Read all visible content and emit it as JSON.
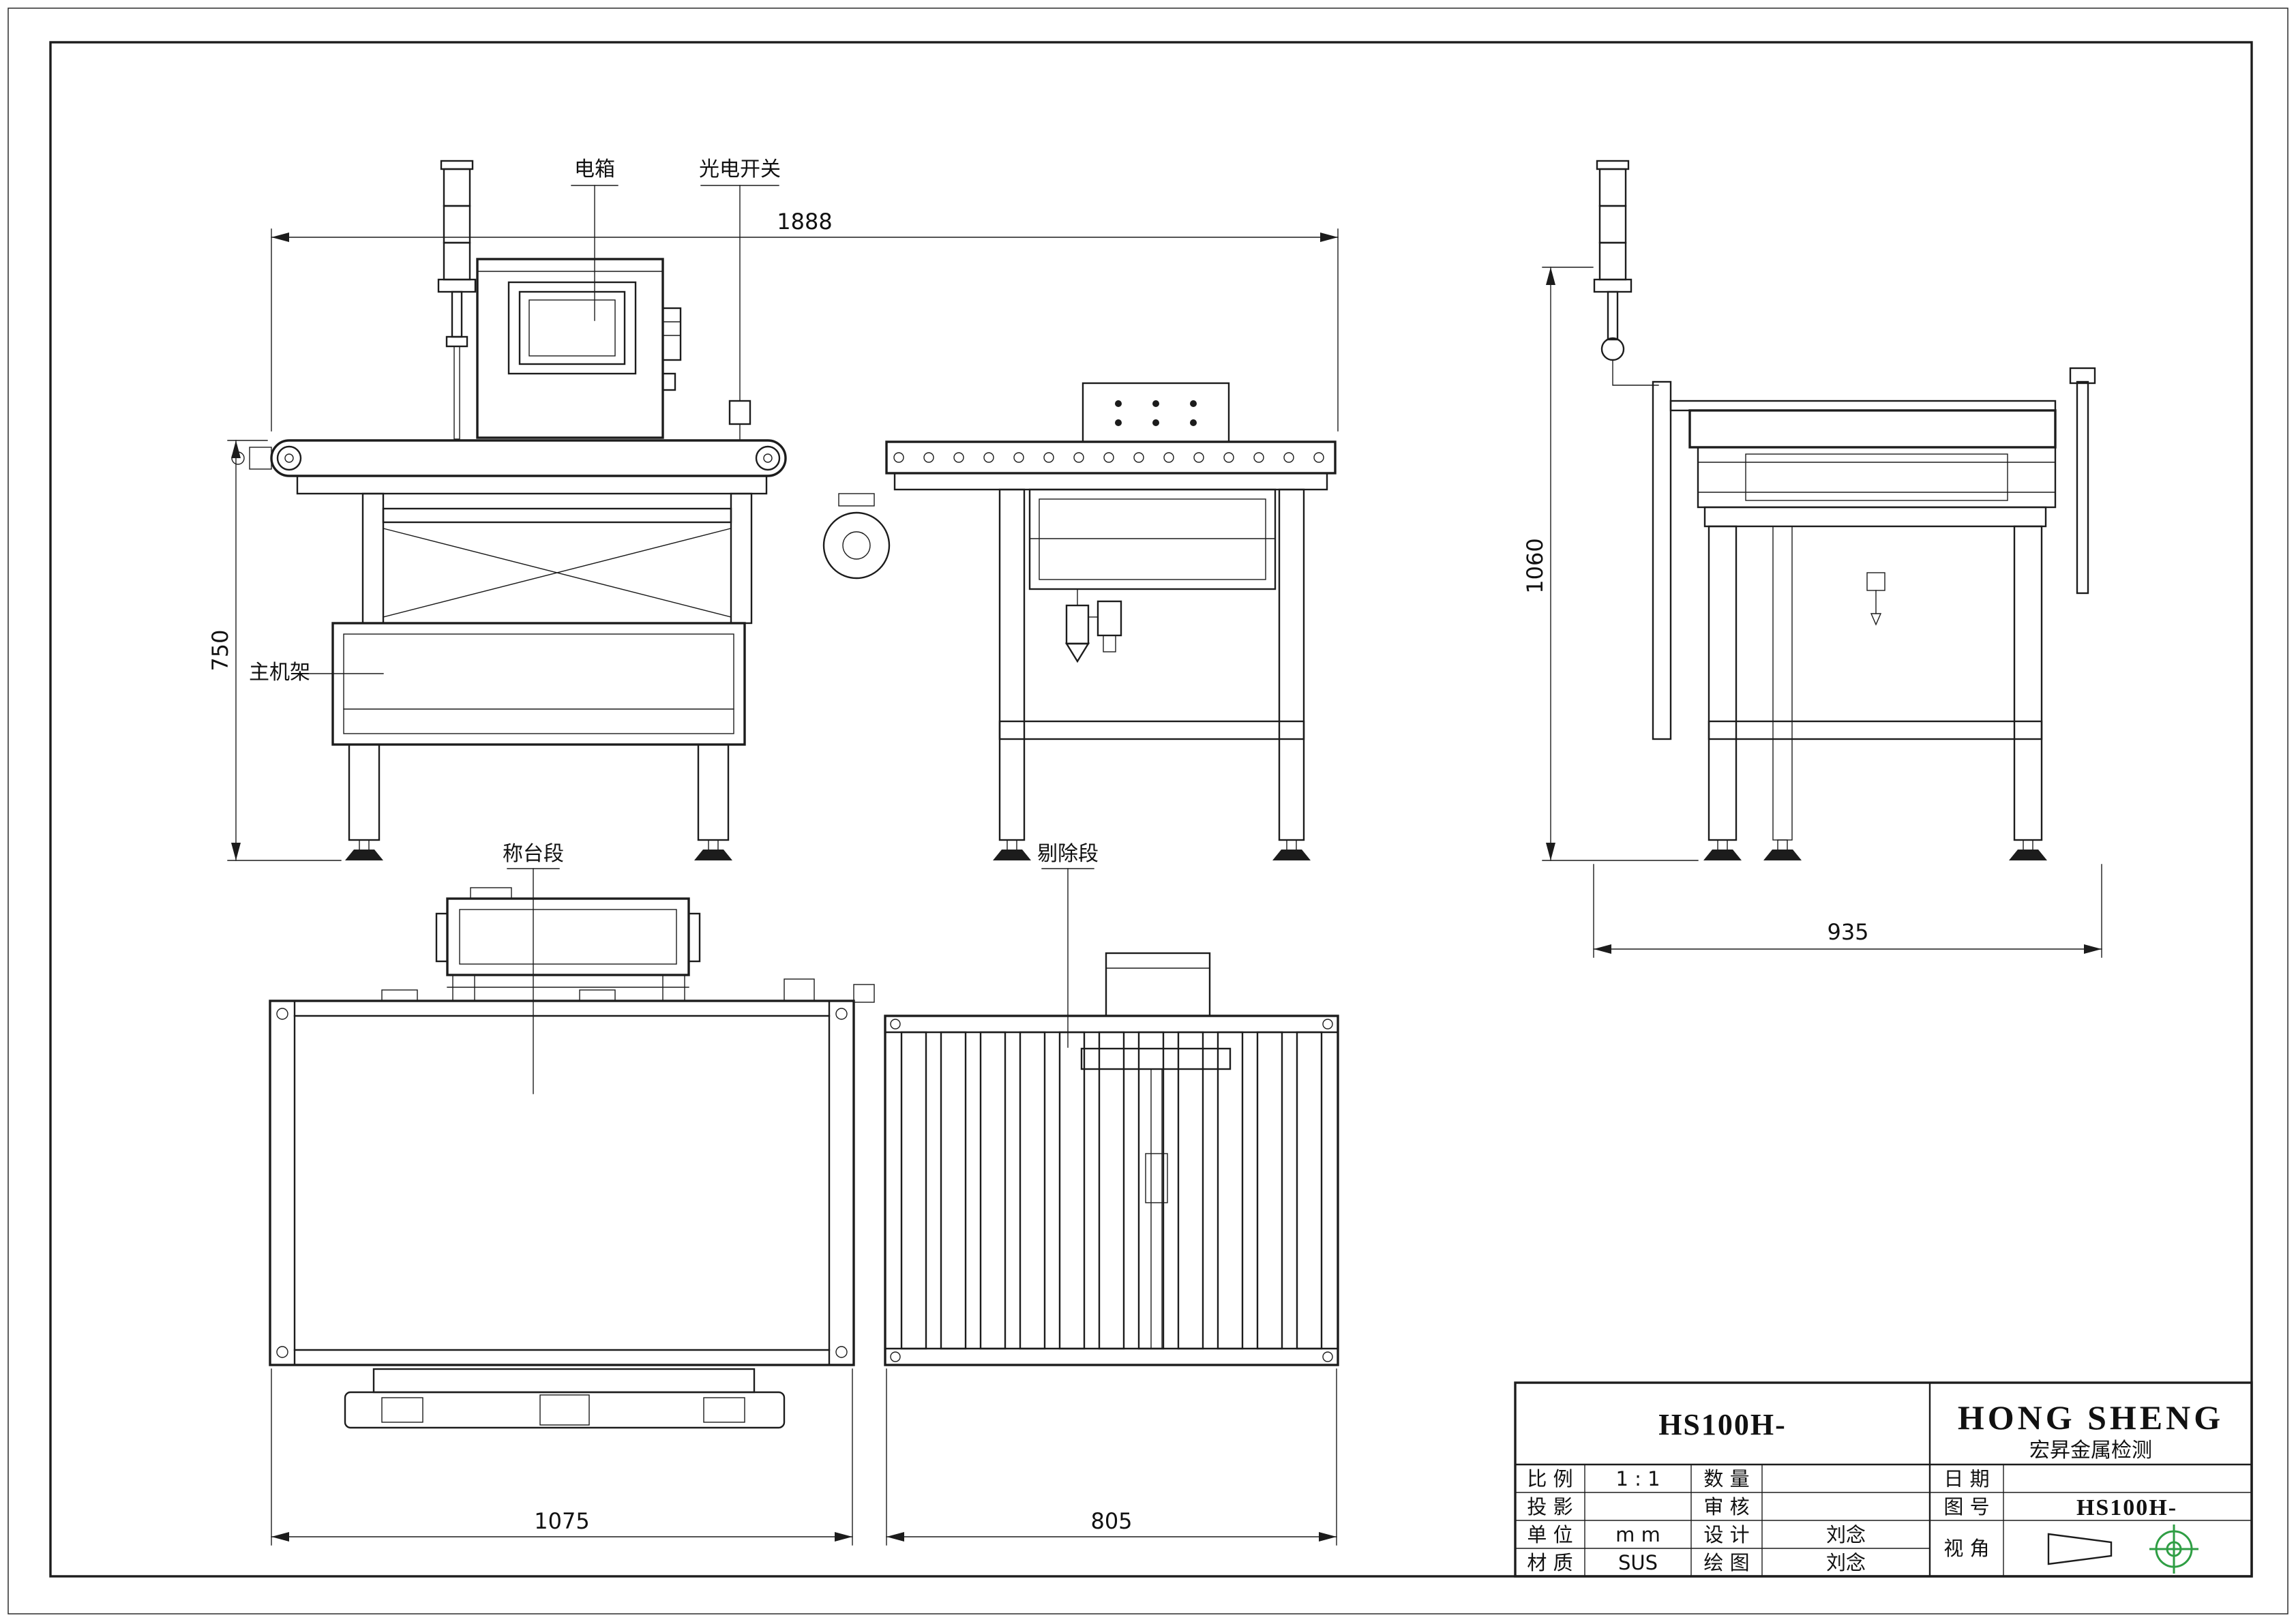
{
  "annotations": {
    "electric_box": "电箱",
    "photo_switch": "光电开关",
    "main_frame": "主机架",
    "weigh_section": "称台段",
    "reject_section": "剔除段"
  },
  "dimensions": {
    "overall_length": "1888",
    "frame_height": "750",
    "side_height": "1060",
    "side_width": "935",
    "weigh_length": "1075",
    "reject_length": "805"
  },
  "title_block": {
    "model": "HS100H-",
    "company_en": "HONG SHENG",
    "company_cn": "宏昇金属检测",
    "scale_label": "比 例",
    "scale_value": "1 : 1",
    "qty_label": "数 量",
    "qty_value": "",
    "date_label": "日 期",
    "date_value": "",
    "projection_label": "投 影",
    "projection_value": "",
    "review_label": "审 核",
    "review_value": "",
    "drawing_no_label": "图 号",
    "drawing_no_value": "HS100H-",
    "unit_label": "单 位",
    "unit_value": "m m",
    "design_label": "设 计",
    "design_value": "刘念",
    "view_label": "视 角",
    "material_label": "材 质",
    "material_value": "SUS",
    "draw_label": "绘 图",
    "draw_value": "刘念"
  }
}
